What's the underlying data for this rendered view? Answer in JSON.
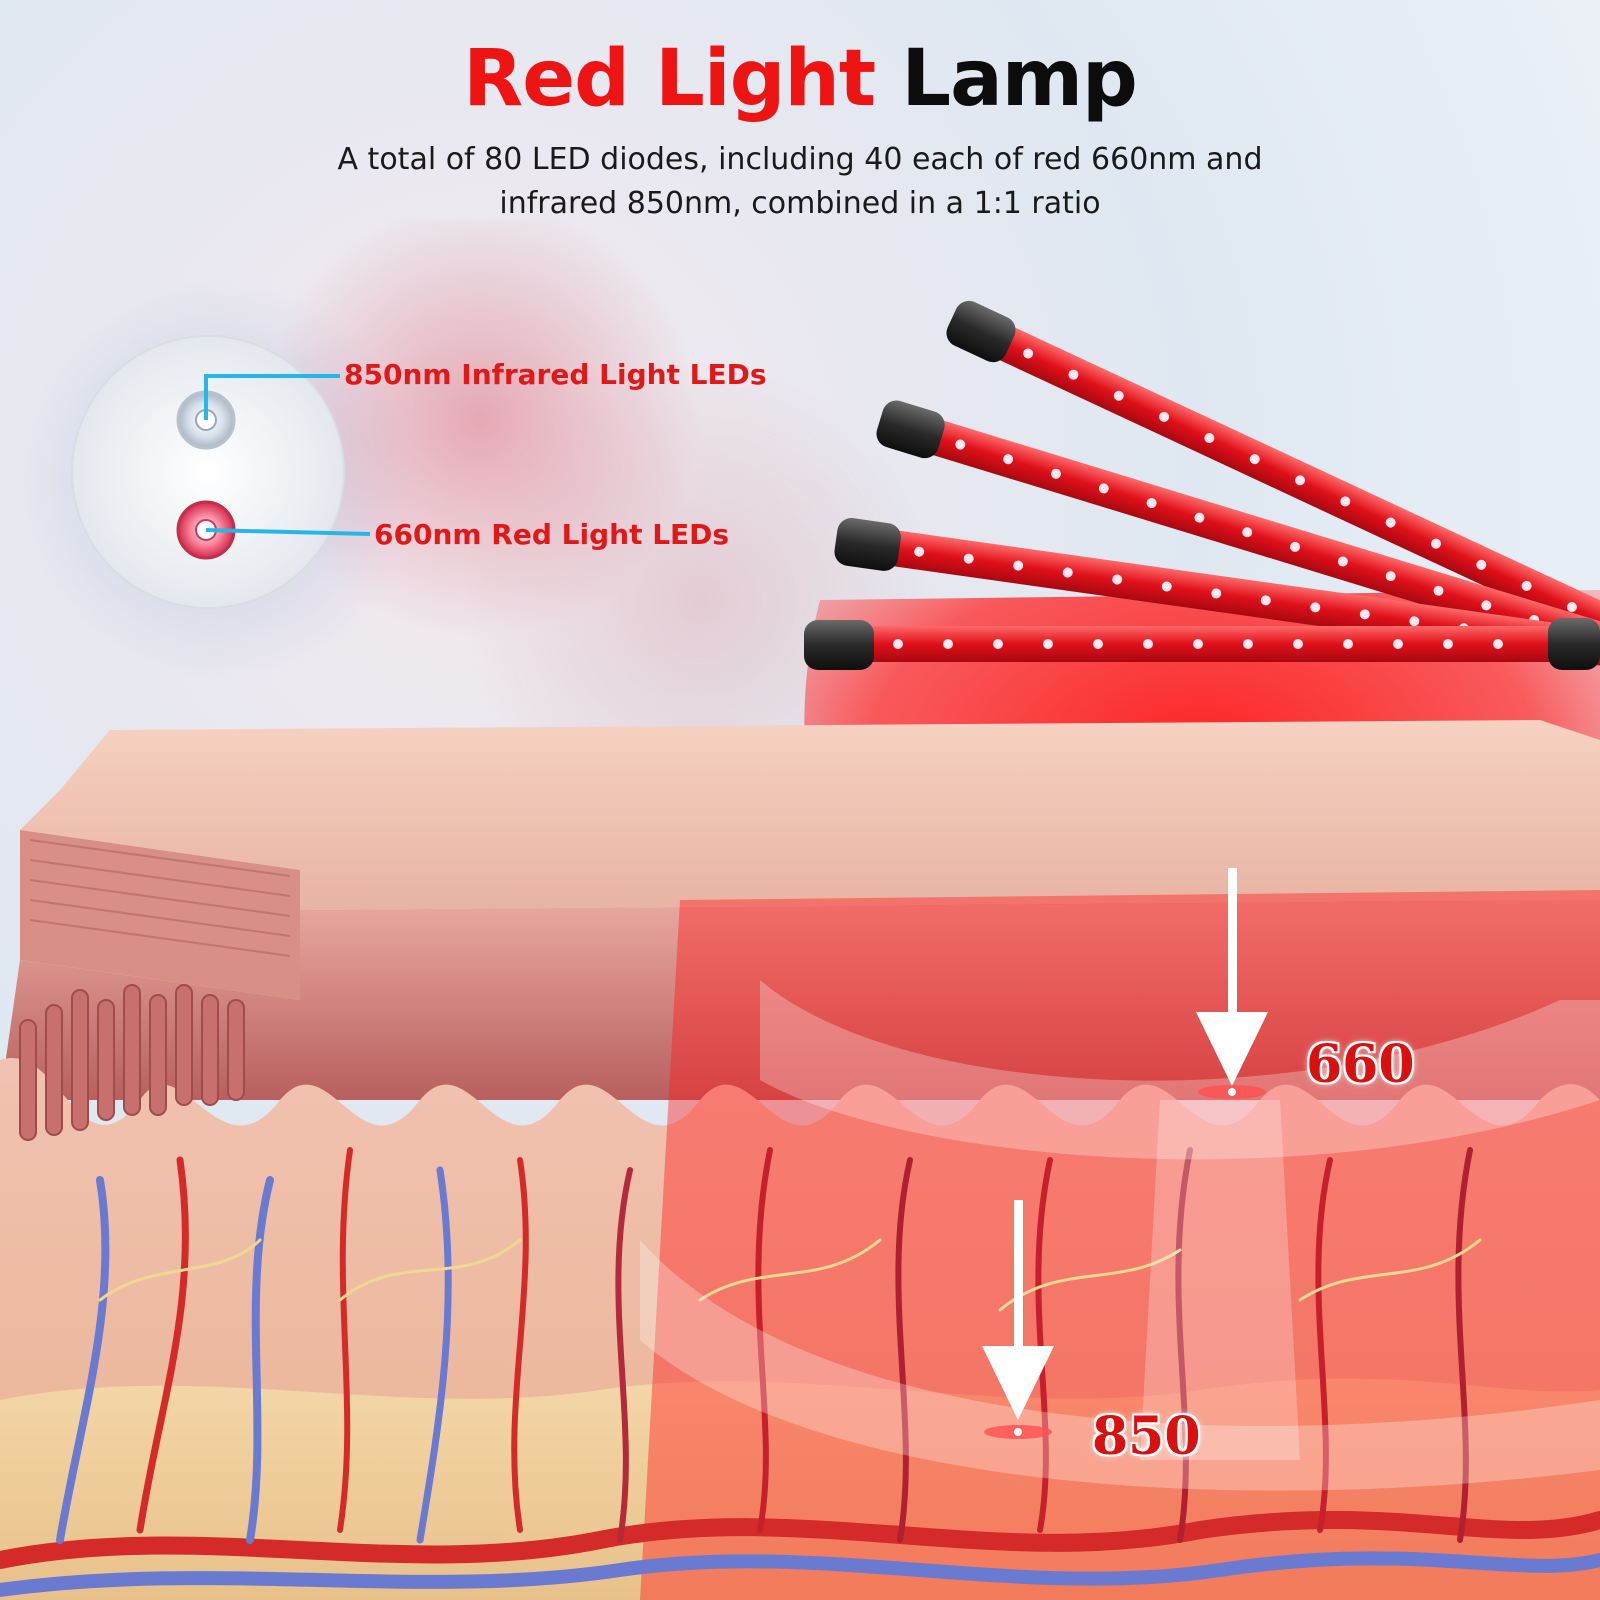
{
  "title": {
    "part1": "Red Light",
    "part2": "Lamp"
  },
  "subtitle": {
    "line1": "A total of 80 LED diodes, including 40 each of red 660nm and",
    "line2": "infrared 850nm, combined in a 1:1 ratio"
  },
  "callouts": {
    "infrared": "850nm Infrared Light LEDs",
    "red": "660nm Red Light LEDs"
  },
  "depth_markers": {
    "red": "660",
    "infrared": "850"
  },
  "colors": {
    "accent_red": "#ee1414",
    "title_black": "#0c0c0c",
    "callout_line": "#27b6e8",
    "light_glow": "#ff2020"
  },
  "icons": [
    "infrared-led-icon",
    "red-led-icon",
    "down-arrow-icon"
  ]
}
